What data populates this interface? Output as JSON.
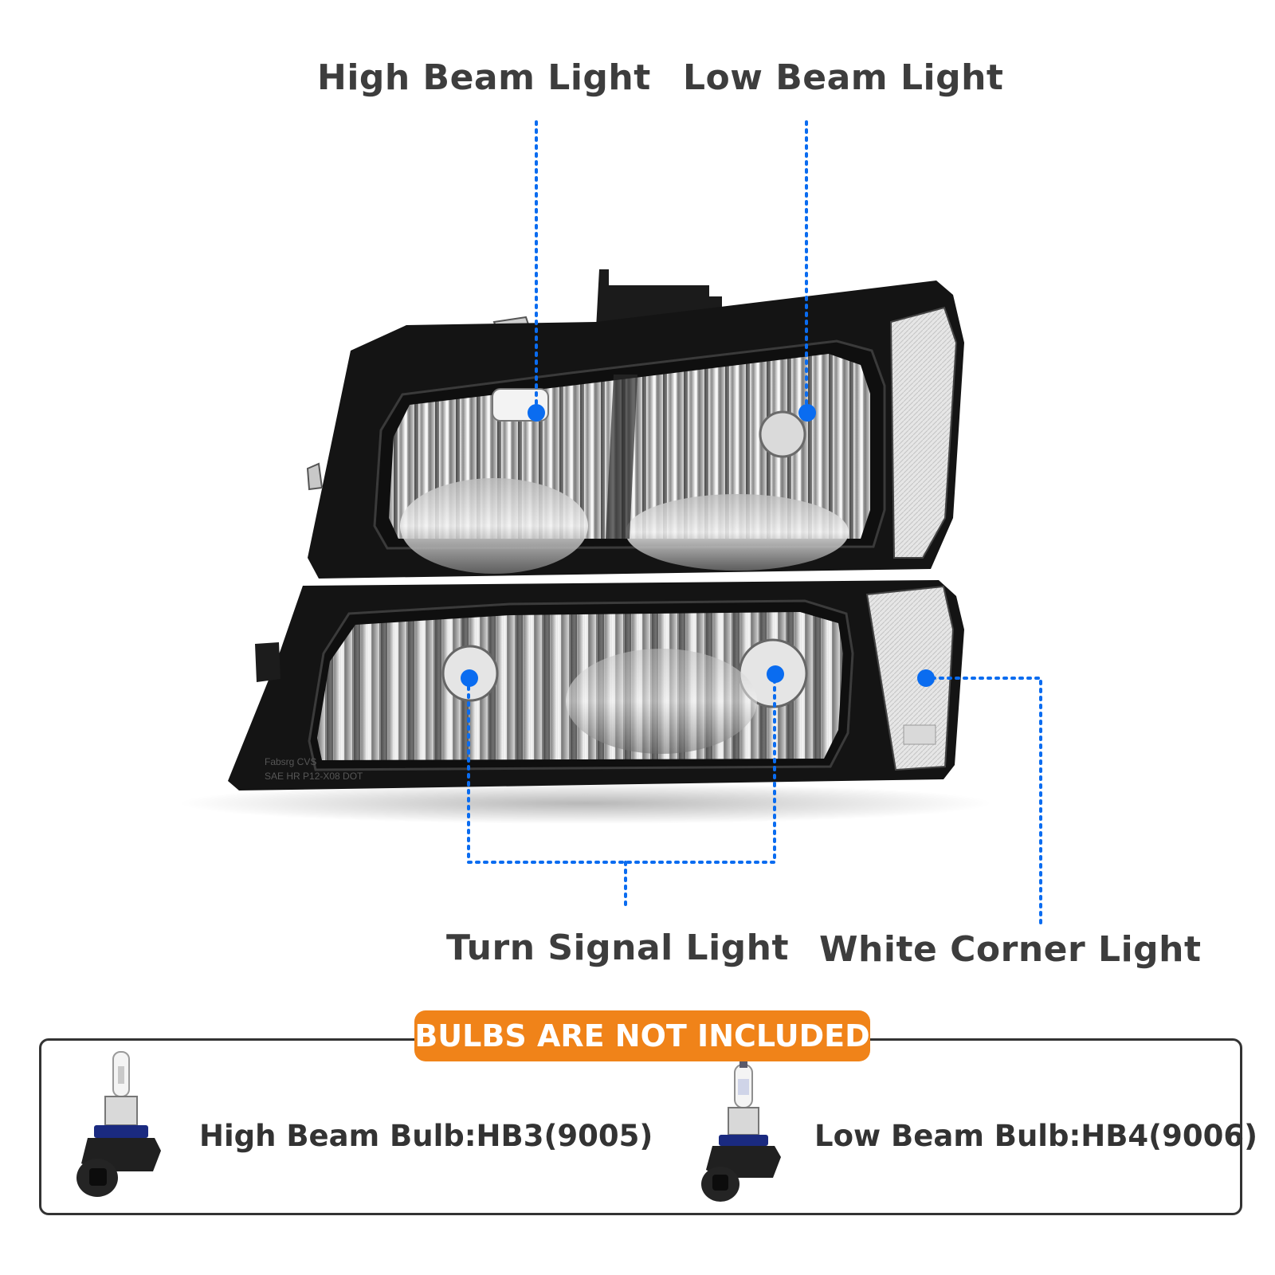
{
  "callouts": {
    "high_beam": "High Beam Light",
    "low_beam": "Low Beam Light",
    "turn_signal": "Turn Signal Light",
    "corner": "White Corner Light"
  },
  "housing_marking": {
    "line1": "Fabsrg CVS",
    "line2": "SAE HR P12-X08  DOT"
  },
  "notice": {
    "text": "BULBS ARE NOT INCLUDED"
  },
  "bulbs": {
    "high": "High Beam Bulb:HB3(9005)",
    "low": "Low Beam Bulb:HB4(9006)"
  },
  "colors": {
    "marker": "#0a6cf0",
    "notice_bg": "#f08319",
    "text": "#3d3d3d",
    "housing": "#151515"
  }
}
